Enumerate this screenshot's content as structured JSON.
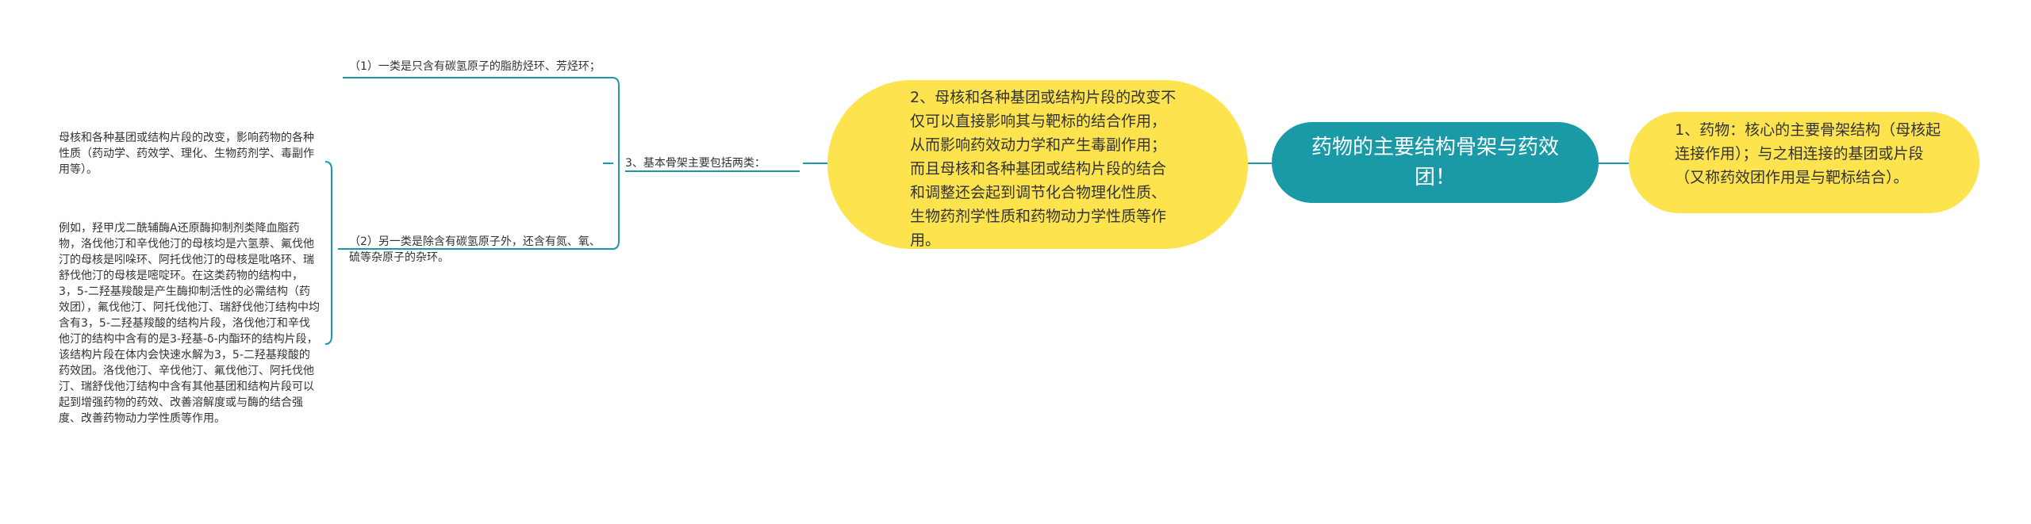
{
  "central": {
    "text": "药物的主要结构骨架与药效团！"
  },
  "right_branch": {
    "text": "1、药物：核心的主要骨架结构（母核起连接作用）；与之相连接的基团或片段（又称药效团作用是与靶标结合）。"
  },
  "left_branch": {
    "text": "2、母核和各种基团或结构片段的改变不仅可以直接影响其与靶标的结合作用，从而影响药效动力学和产生毒副作用；而且母核和各种基团或结构片段的结合和调整还会起到调节化合物理化性质、生物药剂学性质和药物动力学性质等作用。"
  },
  "level3": {
    "text": "3、基本骨架主要包括两类："
  },
  "level4": [
    {
      "text": "（1）一类是只含有碳氢原子的脂肪烃环、芳烃环；"
    },
    {
      "text": "（2）另一类是除含有碳氢原子外，还含有氮、氧、硫等杂原子的杂环。"
    }
  ],
  "level5": [
    {
      "text": "母核和各种基团或结构片段的改变，影响药物的各种性质（药动学、药效学、理化、生物药剂学、毒副作用等）。"
    },
    {
      "text": "例如，羟甲戊二酰辅酶A还原酶抑制剂类降血脂药物，洛伐他汀和辛伐他汀的母核均是六氢萘、氟伐他汀的母核是吲哚环、阿托伐他汀的母核是吡咯环、瑞舒伐他汀的母核是嘧啶环。在这类药物的结构中，3，5-二羟基羧酸是产生酶抑制活性的必需结构（药效团），氟伐他汀、阿托伐他汀、瑞舒伐他汀结构中均含有3，5-二羟基羧酸的结构片段，洛伐他汀和辛伐他汀的结构中含有的是3-羟基-δ-内酯环的结构片段，该结构片段在体内会快速水解为3，5-二羟基羧酸的药效团。洛伐他汀、辛伐他汀、氟伐他汀、阿托伐他汀、瑞舒伐他汀结构中含有其他基团和结构片段可以起到增强药物的药效、改善溶解度或与酶的结合强度、改善药物动力学性质等作用。"
    }
  ],
  "colors": {
    "central": "#1a9aa6",
    "branch": "#fde44f",
    "connector": "#1a9aa6"
  }
}
